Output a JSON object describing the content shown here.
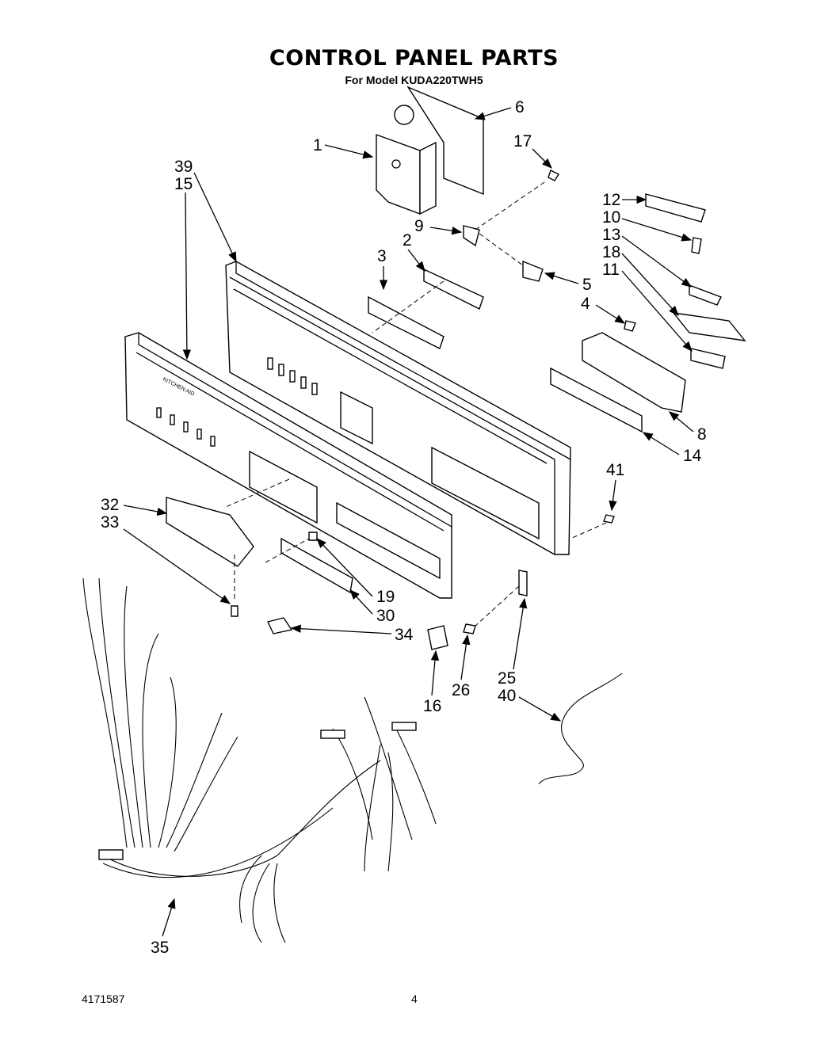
{
  "title": "CONTROL PANEL PARTS",
  "subtitle": "For Model KUDA220TWH5",
  "document_number": "4171587",
  "page_number": "4",
  "panel_text": "KITCHEN AID",
  "callouts": [
    "1",
    "6",
    "17",
    "39",
    "15",
    "12",
    "10",
    "13",
    "18",
    "11",
    "9",
    "2",
    "3",
    "5",
    "4",
    "8",
    "14",
    "41",
    "32",
    "33",
    "19",
    "30",
    "34",
    "16",
    "26",
    "25",
    "40",
    "35"
  ]
}
